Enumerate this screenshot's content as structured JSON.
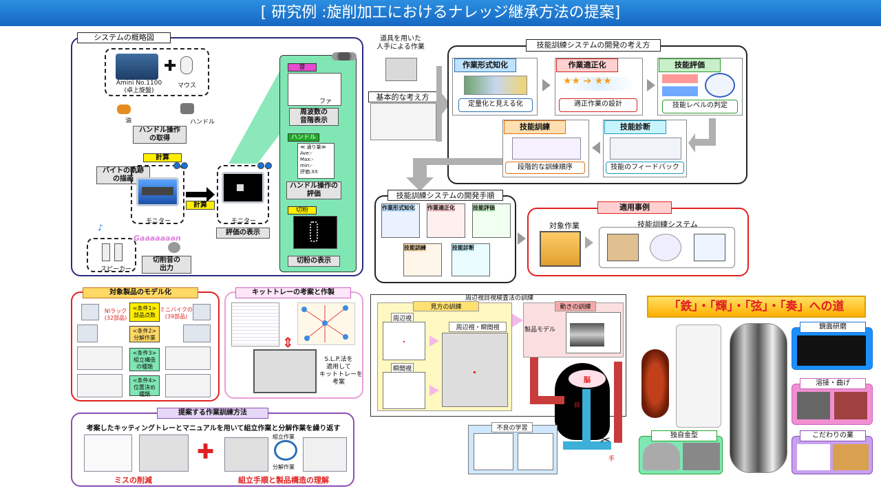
{
  "header": {
    "title": "[ 研究例 :旋削加工におけるナレッジ継承方法の提案]"
  },
  "system": {
    "title": "システムの概略図",
    "machine": "Amini No.1100\n(卓上旋盤)",
    "mouse": "マウス",
    "oil": "油",
    "handle": "ハンドル",
    "acquire": "ハンドル操作\nの取得",
    "calc1": "計算",
    "calc2": "計算",
    "tool_path": "バイトの軌跡\nの描画",
    "monitor1": "モニター",
    "monitor2": "モニター",
    "eval_display": "評価の表示",
    "speaker": "スピーカー",
    "sound_output": "切削音の\n出力",
    "onomatopoeia": "Gaaaaaaan",
    "sound_tag": "音",
    "freq_display": "周波数の\n音階表示",
    "handle_tag": "ハンドル",
    "handle_text": "≪ 通り量≫\nAve:-\nMax:-\nmin:-\n評価:XX",
    "handle_eval": "ハンドル操作の\n評価",
    "chip_tag": "切粉",
    "chip_display": "切粉の表示",
    "fa_label": "ファ"
  },
  "concept": {
    "tool_label": "道具を用いた\n人手による作業",
    "basic": "基本的な考え方",
    "title": "技能訓練システムの開発の考え方",
    "steps": [
      {
        "title": "作業形式知化",
        "caption": "定量化と見える化"
      },
      {
        "title": "作業適正化",
        "caption": "適正作業の設計"
      },
      {
        "title": "技能評価",
        "caption": "技能レベルの判定"
      },
      {
        "title": "技能訓練",
        "caption": "段階的な訓練順序"
      },
      {
        "title": "技能診断",
        "caption": "技能のフィードバック"
      }
    ]
  },
  "procedure": {
    "title": "技能訓練システムの開発手順",
    "steps": [
      "作業形式知化",
      "作業適正化",
      "技能評価",
      "技能訓練",
      "技能診断"
    ]
  },
  "example": {
    "title": "適用事例",
    "target": "対象作業",
    "system": "技能訓練システム"
  },
  "model": {
    "title": "対象製品のモデル化",
    "nirack": "NIラック\n(32部品)",
    "minibike": "ミニバイクの模型\n(39部品)",
    "cond1": "<条件1>\n部品点数",
    "cond2": "<条件2>\n分解作業",
    "cond3": "<条件3>\n組立構造\nの種類",
    "cond4": "<条件4>\n位置決め\n種類"
  },
  "kit": {
    "title": "キットトレーの考案と作製",
    "slp": "S.L.P.法を\n適用して\nキットトレーを\n考案"
  },
  "training": {
    "title": "提案する作業訓練方法",
    "desc": "考案したキッティングトレーとマニュアルを用いて組立作業と分解作業を繰り返す",
    "assemble": "組立作業",
    "disassemble": "分解作業",
    "reduce": "ミスの削減",
    "understand": "組立手順と製品構造の理解"
  },
  "peripheral": {
    "title": "周辺視目視検査法の訓練",
    "vision_training": "見方の訓練",
    "peripheral": "周辺視",
    "instant": "瞬間視",
    "combo": "周辺視・瞬間視",
    "motion_training": "動きの訓練",
    "product_model": "製品モデル",
    "defect_learning": "不良の学習",
    "brain": "脳",
    "eye": "目",
    "hand": "手"
  },
  "road": {
    "title": "「鉄」・「輝」・「弦」・「奏」への道",
    "mirror": "鏡面研磨",
    "welding": "溶接・曲げ",
    "mold": "独自金型",
    "craft": "こだわりの業"
  },
  "colors": {
    "title_bar": "#1a73d0",
    "panel_green": "#7fe6b4",
    "red": "#e02020",
    "pink": "#e8a0d8",
    "purple": "#8a4fb5",
    "yellow": "#ffee00"
  }
}
